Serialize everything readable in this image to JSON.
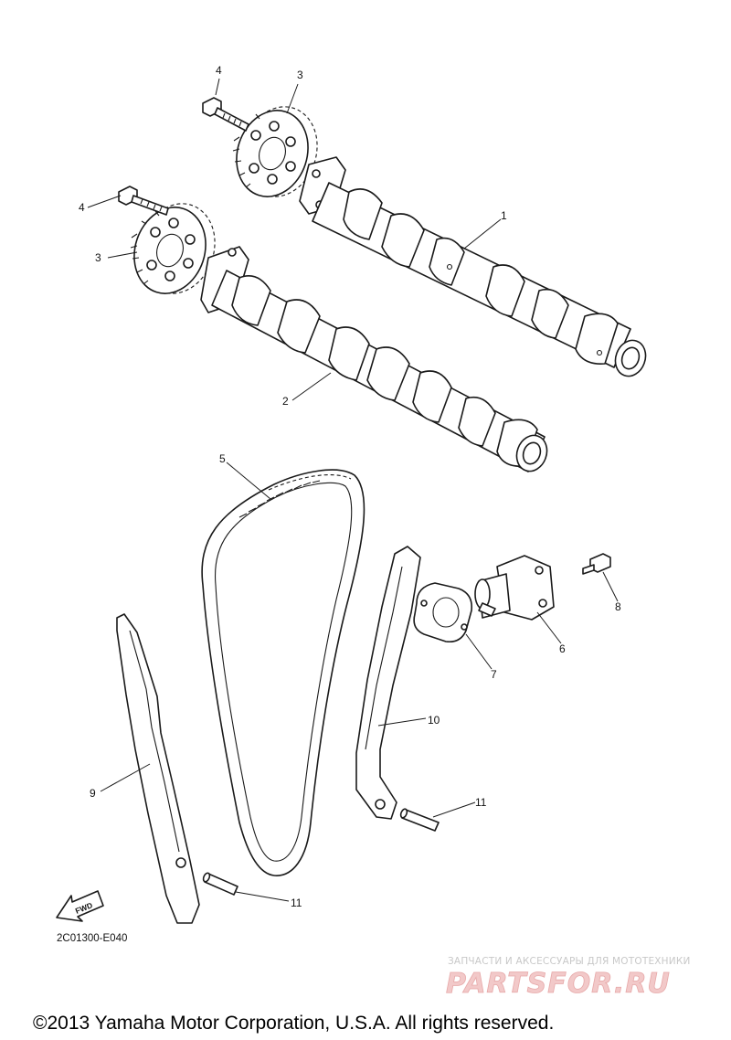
{
  "callouts": {
    "c1": "1",
    "c2": "2",
    "c3a": "3",
    "c3b": "3",
    "c4a": "4",
    "c4b": "4",
    "c5": "5",
    "c6": "6",
    "c7": "7",
    "c8": "8",
    "c9": "9",
    "c10": "10",
    "c11a": "11",
    "c11b": "11"
  },
  "fwd_label": "FWD",
  "drawing_code": "2C01300-E040",
  "watermark": {
    "tagline": "ЗАПЧАСТИ И АКСЕССУАРЫ ДЛЯ МОТОТЕХНИКИ",
    "logo": "PARTSFOR.RU"
  },
  "copyright": "©2013 Yamaha Motor Corporation, U.S.A. All rights reserved."
}
